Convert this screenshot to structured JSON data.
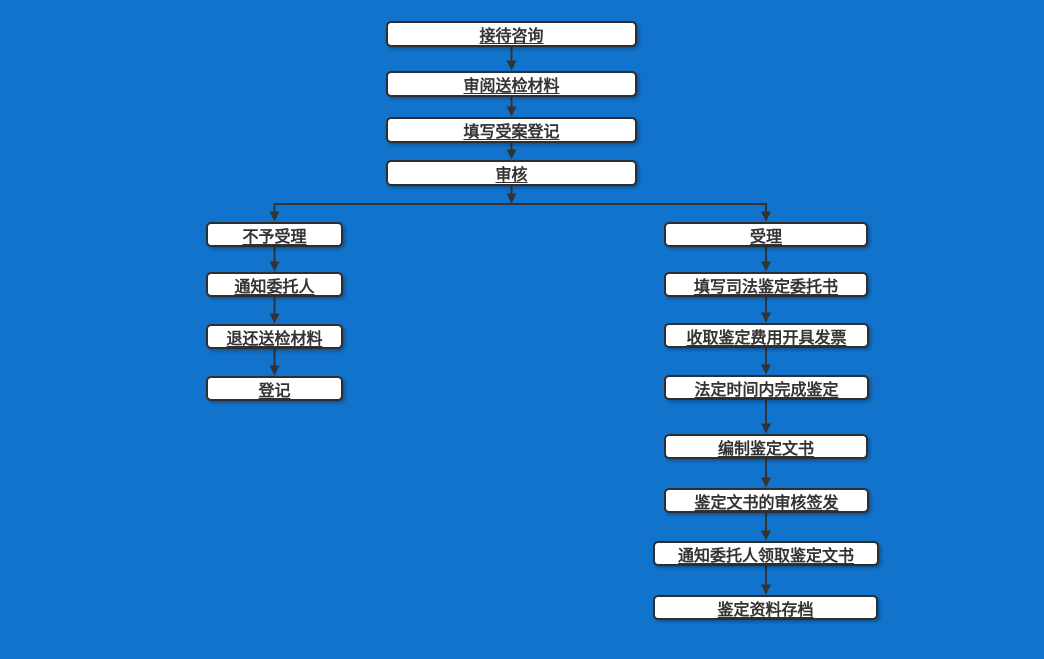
{
  "page": {
    "background_color": "#1173cb"
  },
  "style": {
    "box_fill": "#ffffff",
    "box_border_color": "#2e2e2e",
    "text_color": "#333333",
    "arrow_color": "#333333"
  },
  "flowchart": {
    "main": [
      {
        "label": "接待咨询"
      },
      {
        "label": "审阅送检材料"
      },
      {
        "label": "填写受案登记"
      },
      {
        "label": "审核"
      }
    ],
    "reject_branch": [
      {
        "label": "不予受理"
      },
      {
        "label": "通知委托人"
      },
      {
        "label": "退还送检材料"
      },
      {
        "label": "登记"
      }
    ],
    "accept_branch": [
      {
        "label": "受理"
      },
      {
        "label": "填写司法鉴定委托书"
      },
      {
        "label": "收取鉴定费用开具发票"
      },
      {
        "label": "法定时间内完成鉴定"
      },
      {
        "label": "编制鉴定文书"
      },
      {
        "label": "鉴定文书的审核签发"
      },
      {
        "label": "通知委托人领取鉴定文书"
      },
      {
        "label": "鉴定资料存档"
      }
    ]
  }
}
